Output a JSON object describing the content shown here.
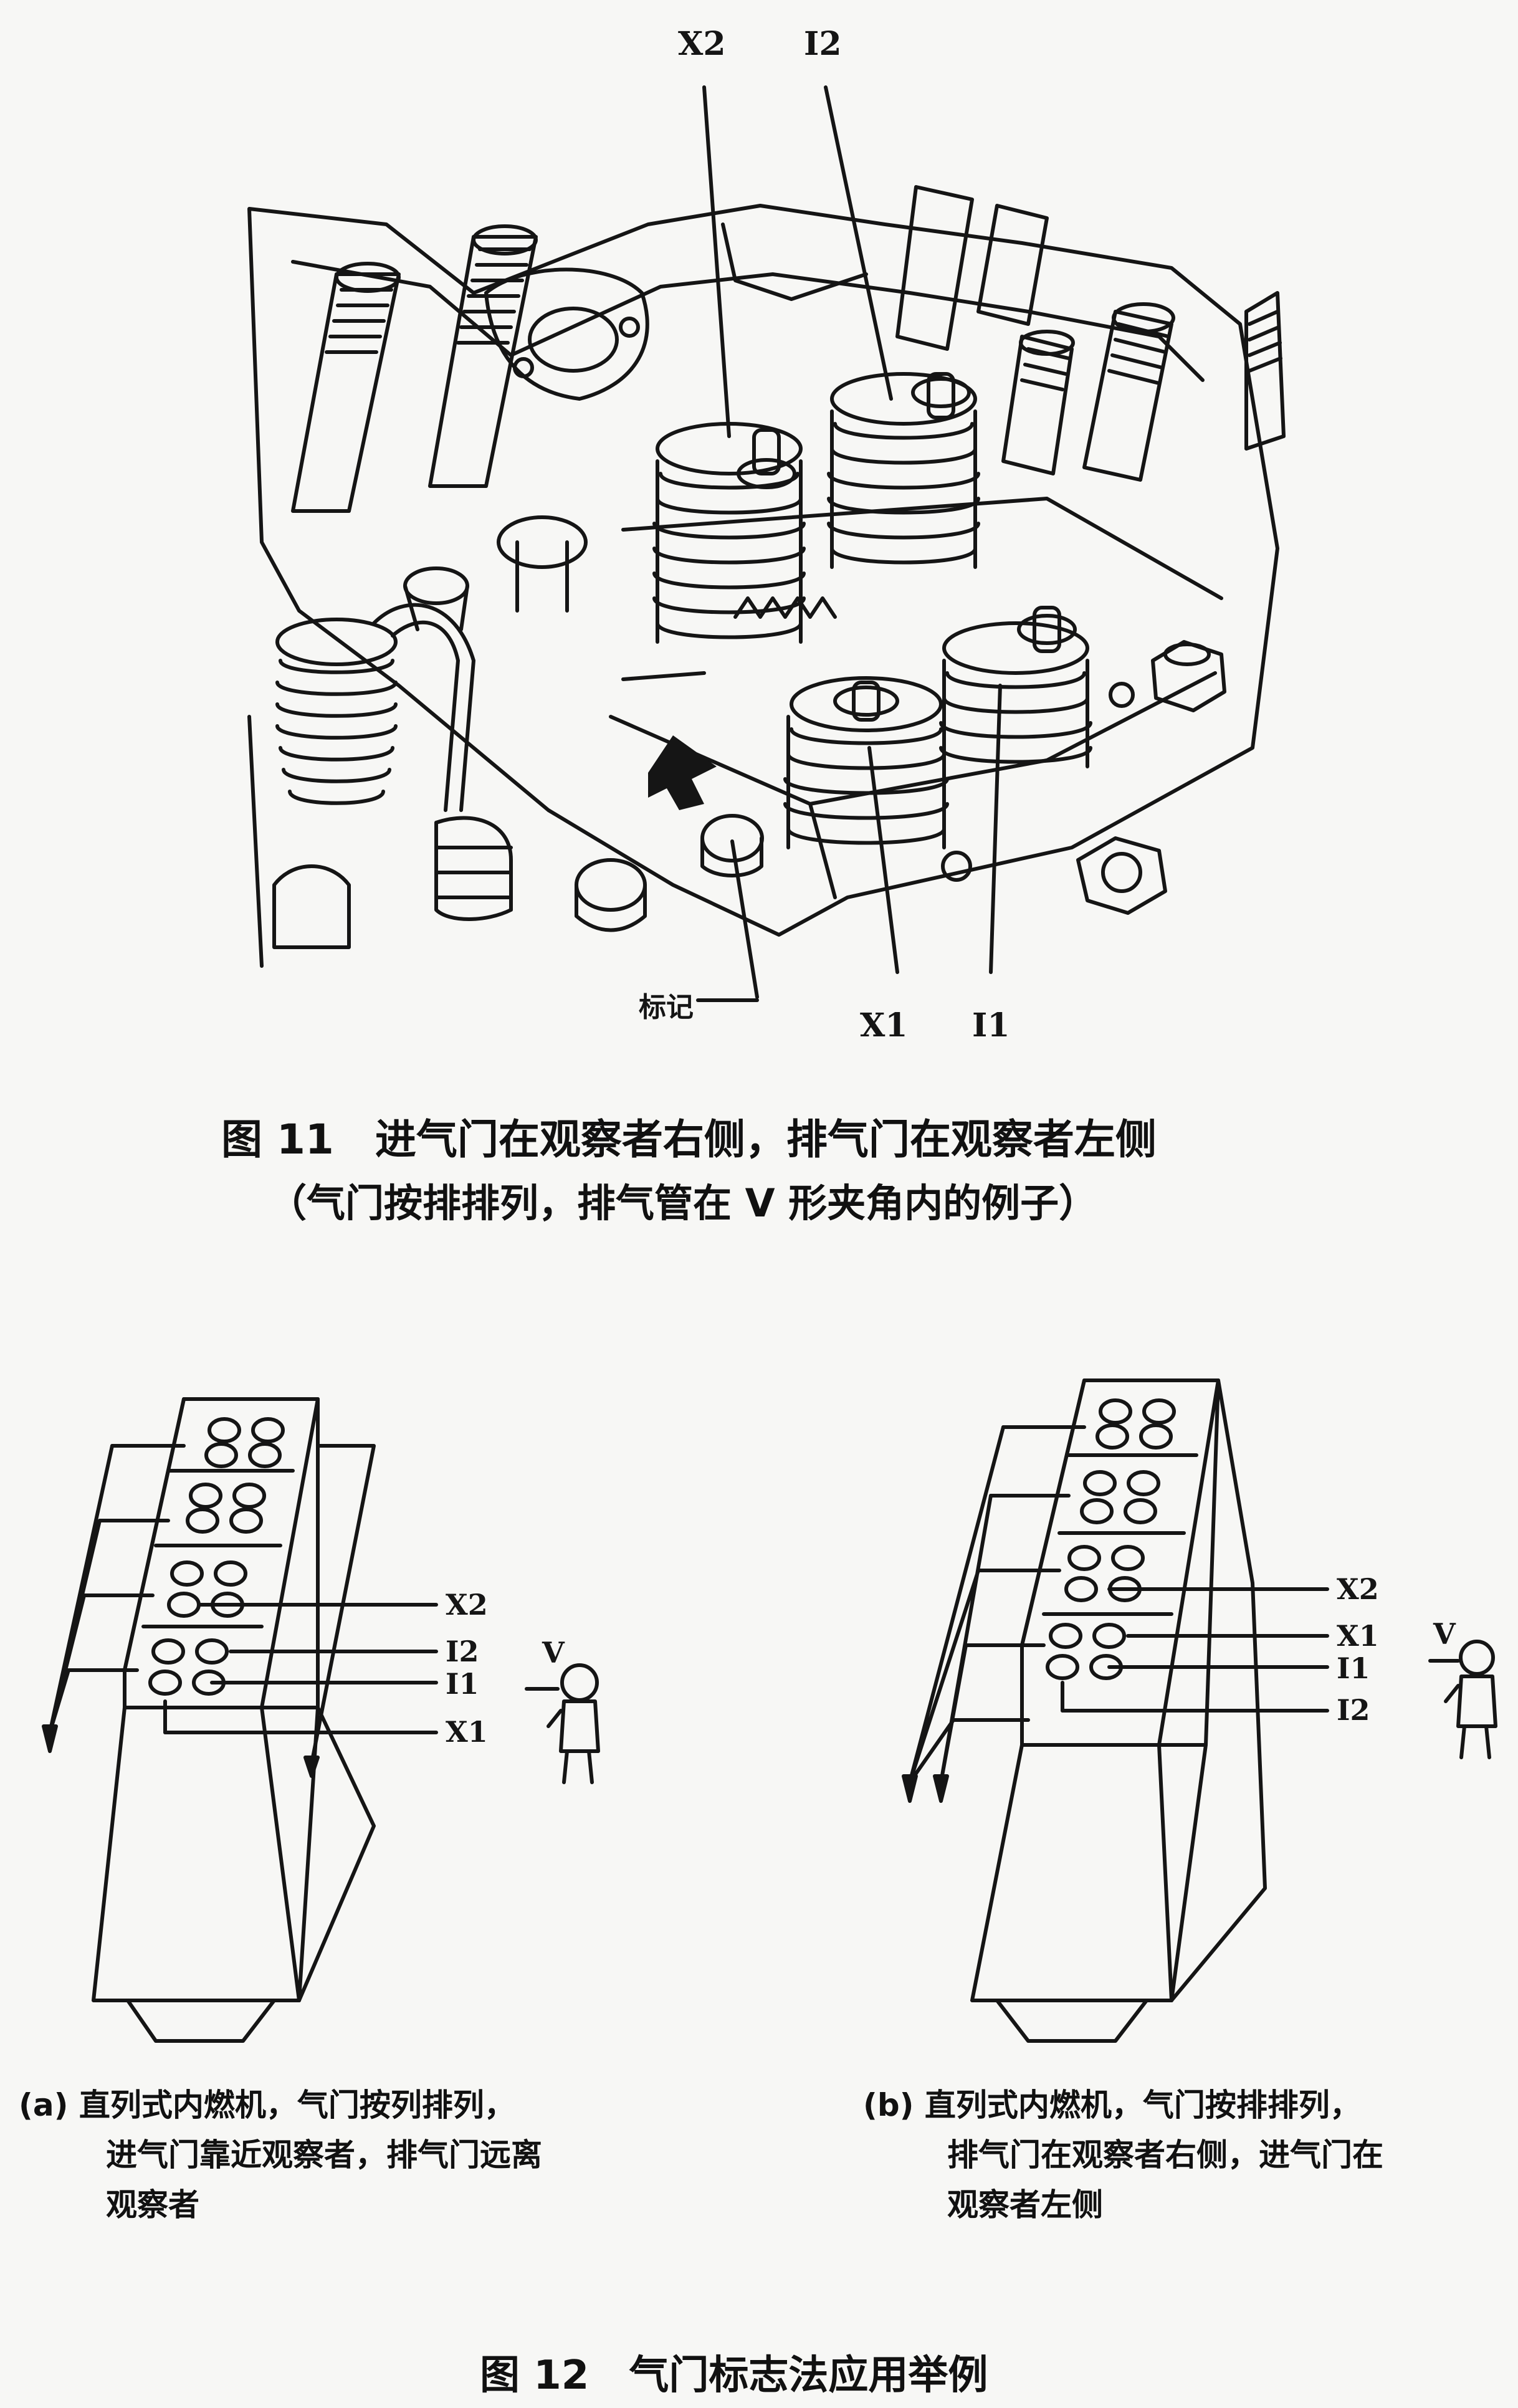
{
  "fig11": {
    "labels": {
      "x2": "X2",
      "i2": "I2",
      "x1": "X1",
      "i1": "I1",
      "mark": "标记"
    },
    "caption": "图 11　进气门在观察者右侧，排气门在观察者左侧",
    "caption_sub": "（气门按排排列，排气管在 V 形夹角内的例子）"
  },
  "fig12a": {
    "labels": {
      "x2": "X2",
      "i2": "I2",
      "i1": "I1",
      "x1": "X1",
      "v": "V"
    },
    "caption_lines": [
      "(a) 直列式内燃机，气门按列排列，",
      "进气门靠近观察者，排气门远离",
      "观察者"
    ]
  },
  "fig12b": {
    "labels": {
      "x2": "X2",
      "x1": "X1",
      "i1": "I1",
      "i2": "I2",
      "v": "V"
    },
    "caption_lines": [
      "(b) 直列式内燃机，气门按排排列，",
      "排气门在观察者右侧，进气门在",
      "观察者左侧"
    ]
  },
  "fig12": {
    "caption": "图 12　气门标志法应用举例"
  }
}
